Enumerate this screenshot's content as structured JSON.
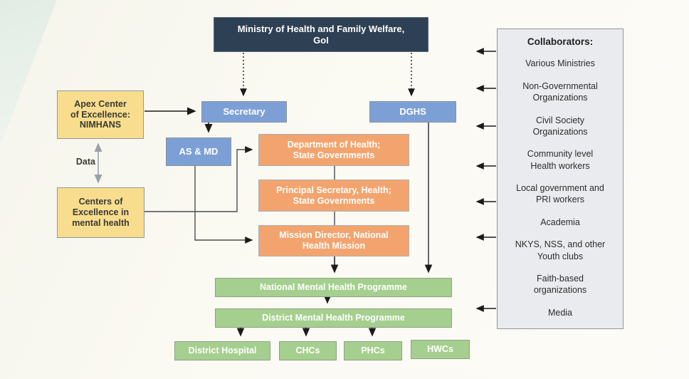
{
  "colors": {
    "ministry_fill": "#2e4053",
    "blue_fill": "#7ca0d6",
    "orange_fill": "#f3a46e",
    "yellow_fill": "#f8dd8e",
    "green_fill": "#a5cf8e",
    "panel_fill": "#e9ebee",
    "connector_black": "#1b1b1b",
    "connector_gray": "#9aa4ac"
  },
  "diagram": {
    "ministry": "Ministry of Health and Family Welfare,\nGoI",
    "secretary": "Secretary",
    "dghs": "DGHS",
    "as_md": "AS & MD",
    "apex_center": "Apex Center\nof Excellence:\nNIMHANS",
    "centers_excellence": "Centers of\nExcellence in\nmental health",
    "data_label": "Data",
    "dept_health": "Department of Health;\nState Governments",
    "principal_secretary": "Principal Secretary, Health;\nState Governments",
    "mission_director": "Mission Director, National\nHealth Mission",
    "nmhp": "National Mental Health Programme",
    "dmhp": "District Mental Health Programme",
    "district_hospital": "District Hospital",
    "chcs": "CHCs",
    "phcs": "PHCs",
    "hwcs": "HWCs"
  },
  "collaborators": {
    "title": "Collaborators:",
    "items": [
      "Various Ministries",
      "Non-Governmental\nOrganizations",
      "Civil Society\nOrganizations",
      "Community level\nHealth workers",
      "Local government and\nPRI workers",
      "Academia",
      "NKYS, NSS, and other\nYouth clubs",
      "Faith-based\norganizations",
      "Media"
    ]
  }
}
